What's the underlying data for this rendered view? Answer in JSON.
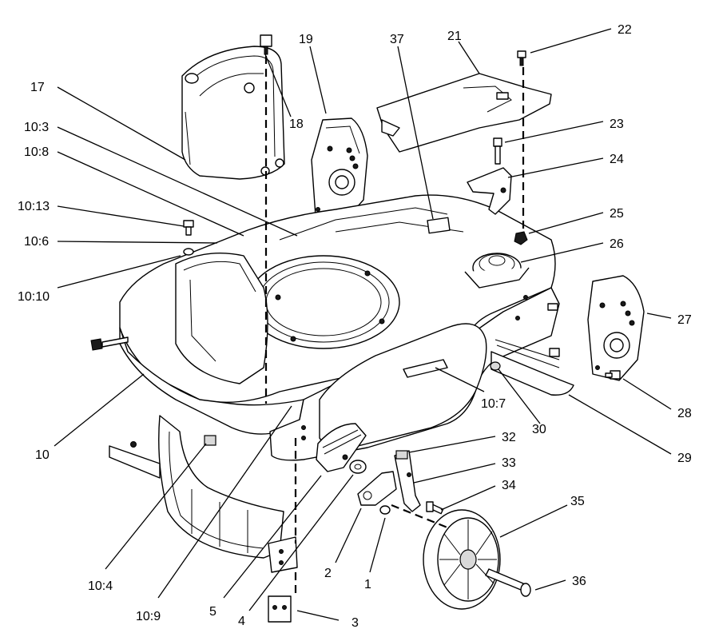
{
  "diagram": {
    "callouts": [
      {
        "id": "c1",
        "label": "1"
      },
      {
        "id": "c2",
        "label": "2"
      },
      {
        "id": "c3",
        "label": "3"
      },
      {
        "id": "c4",
        "label": "4"
      },
      {
        "id": "c5",
        "label": "5"
      },
      {
        "id": "c10",
        "label": "10"
      },
      {
        "id": "c10-3",
        "label": "10:3"
      },
      {
        "id": "c10-4",
        "label": "10:4"
      },
      {
        "id": "c10-6",
        "label": "10:6"
      },
      {
        "id": "c10-7",
        "label": "10:7"
      },
      {
        "id": "c10-8",
        "label": "10:8"
      },
      {
        "id": "c10-9",
        "label": "10:9"
      },
      {
        "id": "c10-10",
        "label": "10:10"
      },
      {
        "id": "c10-13",
        "label": "10:13"
      },
      {
        "id": "c17",
        "label": "17"
      },
      {
        "id": "c18",
        "label": "18"
      },
      {
        "id": "c19",
        "label": "19"
      },
      {
        "id": "c21",
        "label": "21"
      },
      {
        "id": "c22",
        "label": "22"
      },
      {
        "id": "c23",
        "label": "23"
      },
      {
        "id": "c24",
        "label": "24"
      },
      {
        "id": "c25",
        "label": "25"
      },
      {
        "id": "c26",
        "label": "26"
      },
      {
        "id": "c27",
        "label": "27"
      },
      {
        "id": "c28",
        "label": "28"
      },
      {
        "id": "c29",
        "label": "29"
      },
      {
        "id": "c30",
        "label": "30"
      },
      {
        "id": "c32",
        "label": "32"
      },
      {
        "id": "c33",
        "label": "33"
      },
      {
        "id": "c34",
        "label": "34"
      },
      {
        "id": "c35",
        "label": "35"
      },
      {
        "id": "c36",
        "label": "36"
      },
      {
        "id": "c37",
        "label": "37"
      }
    ]
  }
}
